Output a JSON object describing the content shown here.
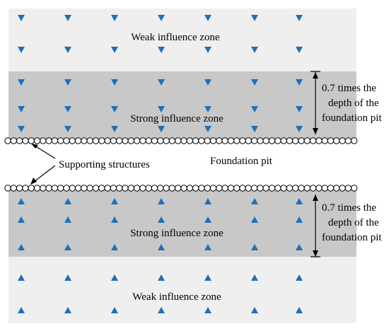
{
  "labels": {
    "weak_zone_top": "Weak influence zone",
    "strong_zone_top": "Strong influence zone",
    "strong_zone_bottom": "Strong influence zone",
    "weak_zone_bottom": "Weak influence zone",
    "supporting_structures": "Supporting structures",
    "foundation_pit": "Foundation pit",
    "depth_top": [
      "0.7 times the",
      "depth of the",
      "foundation pit"
    ],
    "depth_bottom": [
      "0.7 times the",
      "depth of the",
      "foundation pit"
    ]
  },
  "colors": {
    "weak_zone_fill": "#efefef",
    "strong_zone_fill": "#c8c8c8",
    "marker": "#1f6fb8",
    "circle_stroke": "#000000"
  },
  "icons": {
    "marker_top": "down-triangle",
    "marker_bottom": "up-triangle",
    "support_element": "circle"
  }
}
